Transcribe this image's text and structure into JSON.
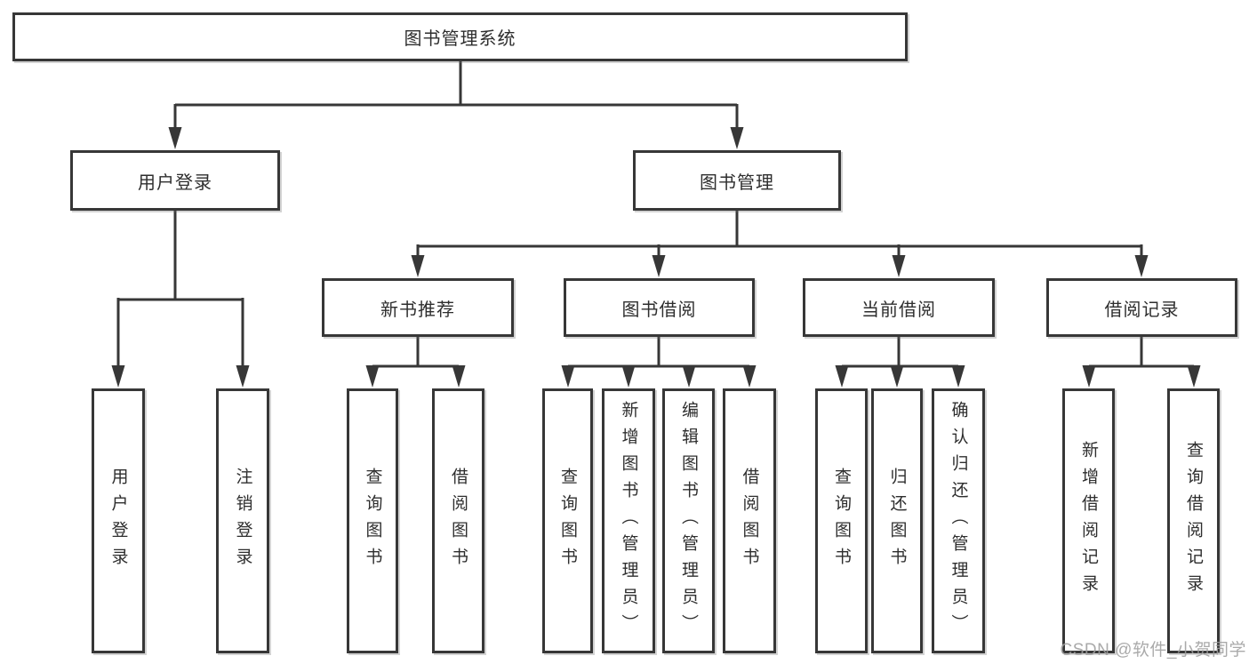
{
  "tree": {
    "root": {
      "label": "图书管理系统"
    },
    "level2": [
      {
        "label": "用户登录",
        "leaves": [
          {
            "label": "用户登录"
          },
          {
            "label": "注销登录"
          }
        ]
      },
      {
        "label": "图书管理",
        "groups": [
          {
            "label": "新书推荐",
            "leaves": [
              {
                "label": "查询图书"
              },
              {
                "label": "借阅图书"
              }
            ]
          },
          {
            "label": "图书借阅",
            "leaves": [
              {
                "label": "查询图书"
              },
              {
                "label": "新增图书（管理员）"
              },
              {
                "label": "编辑图书（管理员）"
              },
              {
                "label": "借阅图书"
              }
            ]
          },
          {
            "label": "当前借阅",
            "leaves": [
              {
                "label": "查询图书"
              },
              {
                "label": "归还图书"
              },
              {
                "label": "确认归还（管理员）"
              }
            ]
          },
          {
            "label": "借阅记录",
            "leaves": [
              {
                "label": "新增借阅记录"
              },
              {
                "label": "查询借阅记录"
              }
            ]
          }
        ]
      }
    ]
  },
  "watermark": {
    "text": "CSDN @软件_小贺同学"
  },
  "colors": {
    "line": "#373737",
    "box_border": "#373737",
    "box_fill": "#ffffff",
    "text": "#2e2e2e",
    "watermark": "#9e9e9e",
    "background": "#ffffff"
  }
}
